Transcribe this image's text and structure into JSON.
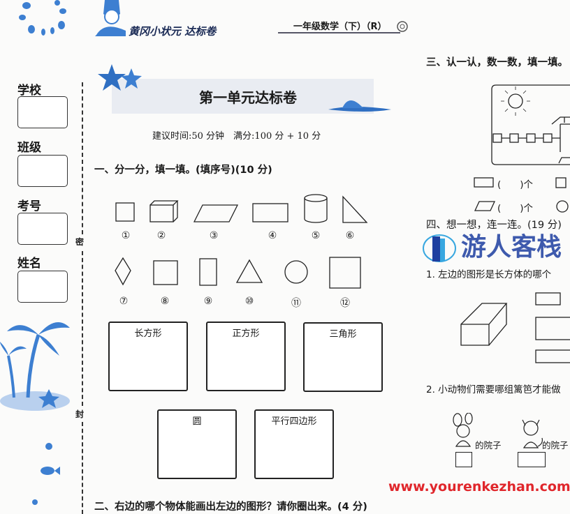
{
  "header": {
    "brand": "黄冈小状元 达标卷",
    "grade": "一年级数学（下）（R）"
  },
  "sidebar": {
    "fields": [
      {
        "label": "学校"
      },
      {
        "label": "班级"
      },
      {
        "label": "考号"
      },
      {
        "label": "姓名"
      }
    ],
    "seal_marks": [
      "密",
      "封"
    ]
  },
  "title": "第一单元达标卷",
  "subtitle": "建议时间:50 分钟　满分:100 分 + 10 分",
  "section1": {
    "heading": "一、分一分，填一填。(填序号)(10 分)",
    "shape_numbers": [
      "①",
      "②",
      "③",
      "④",
      "⑤",
      "⑥",
      "⑦",
      "⑧",
      "⑨",
      "⑩",
      "⑪",
      "⑫"
    ],
    "shapes": [
      "square",
      "cuboid",
      "parallelogram",
      "rectangle",
      "cylinder",
      "right-triangle",
      "rhombus",
      "square",
      "rectangle",
      "triangle",
      "circle",
      "square"
    ],
    "categories": [
      "长方形",
      "正方形",
      "三角形",
      "圆",
      "平行四边形"
    ]
  },
  "section2": {
    "heading": "二、右边的哪个物体能画出左边的图形？请你圈出来。(4 分)"
  },
  "section3": {
    "heading": "三、认一认，数一数，填一填。",
    "count_rows": [
      {
        "left": "(　　)个",
        "shape": "rectangle"
      },
      {
        "left": "(　　)个",
        "shape": "parallelogram"
      }
    ]
  },
  "section4": {
    "heading": "四、想一想，连一连。(19 分)",
    "q1": "1. 左边的图形是长方体的哪个",
    "q2": "2. 小动物们需要哪组篱笆才能做",
    "yard_label": "的院子"
  },
  "watermark": {
    "text": "游人客栈",
    "url": "www.yourenkezhan.com",
    "url_color": "#e0262b",
    "logo_color": "#1e3fa0"
  },
  "colors": {
    "accent_blue": "#2f6fc2",
    "banner": "#e9ecf2"
  }
}
